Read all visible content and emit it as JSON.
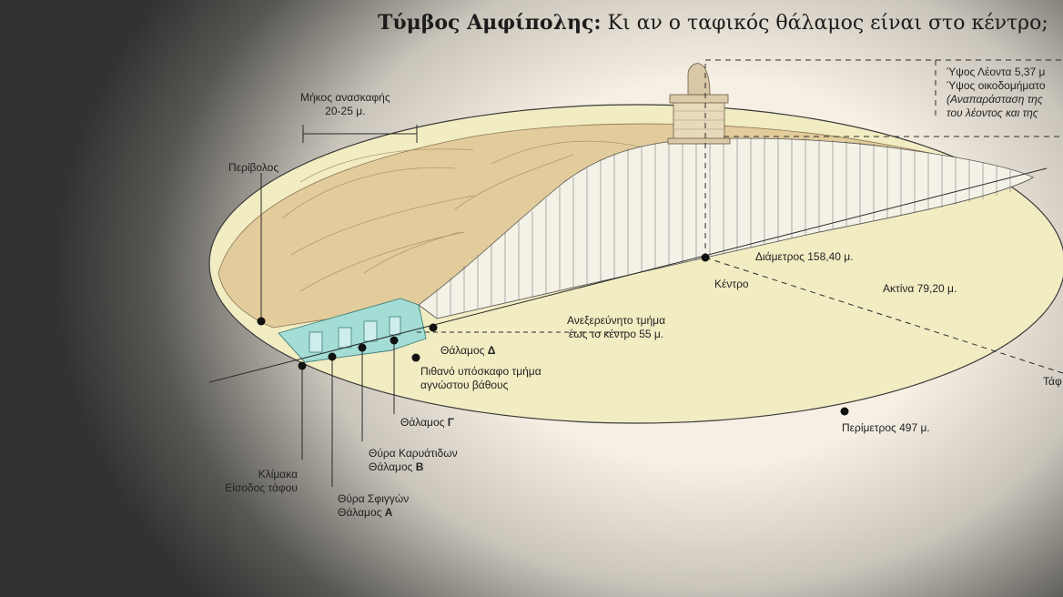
{
  "title": {
    "main": "Τύμβος Αμφίπολης:",
    "sub": "Κι αν ο ταφικός θάλαμος είναι στο κέντρο;"
  },
  "labels": {
    "excavation_length": {
      "line1": "Μήκος ανασκαφής",
      "line2": "20-25 μ."
    },
    "enclosure": "Περίβολος",
    "diameter": "Διάμετρος 158,40 μ.",
    "center": "Κέντρο",
    "radius": "Ακτίνα 79,20 μ.",
    "unexplored": {
      "line1": "Ανεξερεύνητο τμήμα",
      "line2": "έως το κέντρο 55 μ."
    },
    "chamber_d": {
      "text": "Θάλαμος ",
      "letter": "Δ"
    },
    "underground": {
      "line1": "Πιθανό υπόσκαφο τμήμα",
      "line2": "αγνώστου βάθους"
    },
    "chamber_g": {
      "text": "Θάλαμος ",
      "letter": "Γ"
    },
    "caryatids": {
      "line1": "Θύρα Καρυάτιδων",
      "line2_text": "Θάλαμος ",
      "line2_letter": "Β"
    },
    "stairs": {
      "line1": "Κλίμακα",
      "line2": "Είσοδος τάφου"
    },
    "sphinxes": {
      "line1": "Θύρα Σφιγγών",
      "line2_text": "Θάλαμος ",
      "line2_letter": "Α"
    },
    "perimeter": "Περίμετρος 497 μ.",
    "lion_height": {
      "line1": "Ύψος Λέοντα 5,37 μ",
      "line2": "Ύψος οικοδομήματο",
      "line3": "(Αναπαράσταση της",
      "line4": "του λέοντος και της"
    },
    "tomb_partial": "Τάφ"
  },
  "colors": {
    "background": "#f6efe3",
    "mound_fill": "#f1ecc2",
    "earth": "#dcc28e",
    "excavation": "#9fd9d3",
    "line": "#2a2a2a"
  }
}
